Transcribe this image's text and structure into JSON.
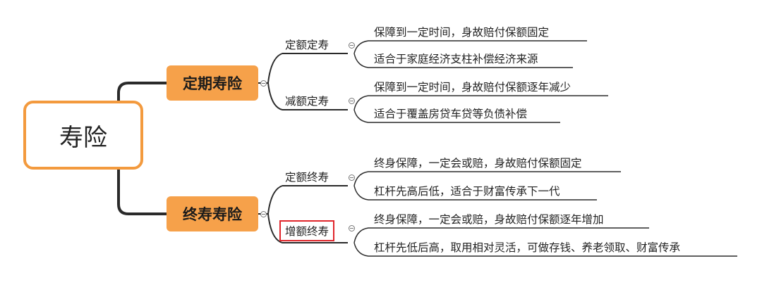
{
  "root": {
    "label": "寿险"
  },
  "branches": [
    {
      "label": "定期寿险",
      "children": [
        {
          "label": "定额定寿",
          "leaves": [
            "保障到一定时间，身故赔付保额固定",
            "适合于家庭经济支柱补偿经济来源"
          ]
        },
        {
          "label": "减额定寿",
          "leaves": [
            "保障到一定时间，身故赔付保额逐年减少",
            "适合于覆盖房贷车贷等负债补偿"
          ]
        }
      ]
    },
    {
      "label": "终寿寿险",
      "children": [
        {
          "label": "定额终寿",
          "leaves": [
            "终身保障，一定会或赔，身故赔付保额固定",
            "杠杆先高后低，适合于财富传承下一代"
          ]
        },
        {
          "label": "增额终寿",
          "highlighted": true,
          "leaves": [
            "终身保障，一定会或赔，身故赔付保额逐年增加",
            "杠杆先低后高，取用相对灵活，可做存钱、养老领取、财富传承"
          ]
        }
      ]
    }
  ],
  "colors": {
    "accent": "#f6a14a",
    "root_border": "#f39a3e",
    "line": "#2a2a2a",
    "highlight": "#e0252b"
  }
}
